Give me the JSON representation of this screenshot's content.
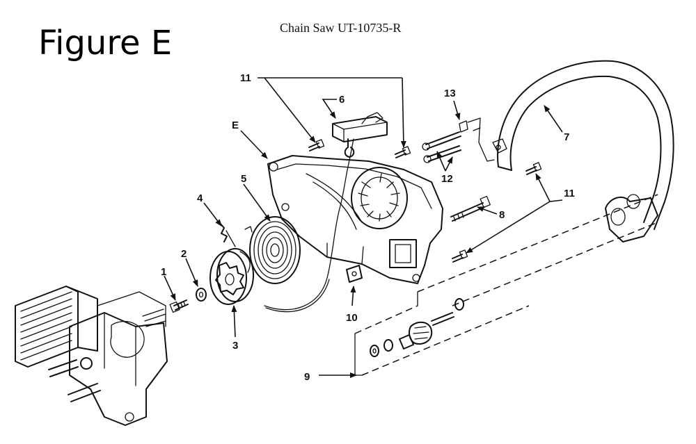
{
  "figure_label": "Figure E",
  "document_title": "Chain Saw UT-10735-R",
  "callouts": {
    "c1": "1",
    "c2": "2",
    "c3": "3",
    "c4": "4",
    "c5": "5",
    "c6": "6",
    "c7": "7",
    "c8": "8",
    "c9": "9",
    "c10": "10",
    "c11a": "11",
    "c11b": "11",
    "c12": "12",
    "c13": "13",
    "cE": "E"
  }
}
